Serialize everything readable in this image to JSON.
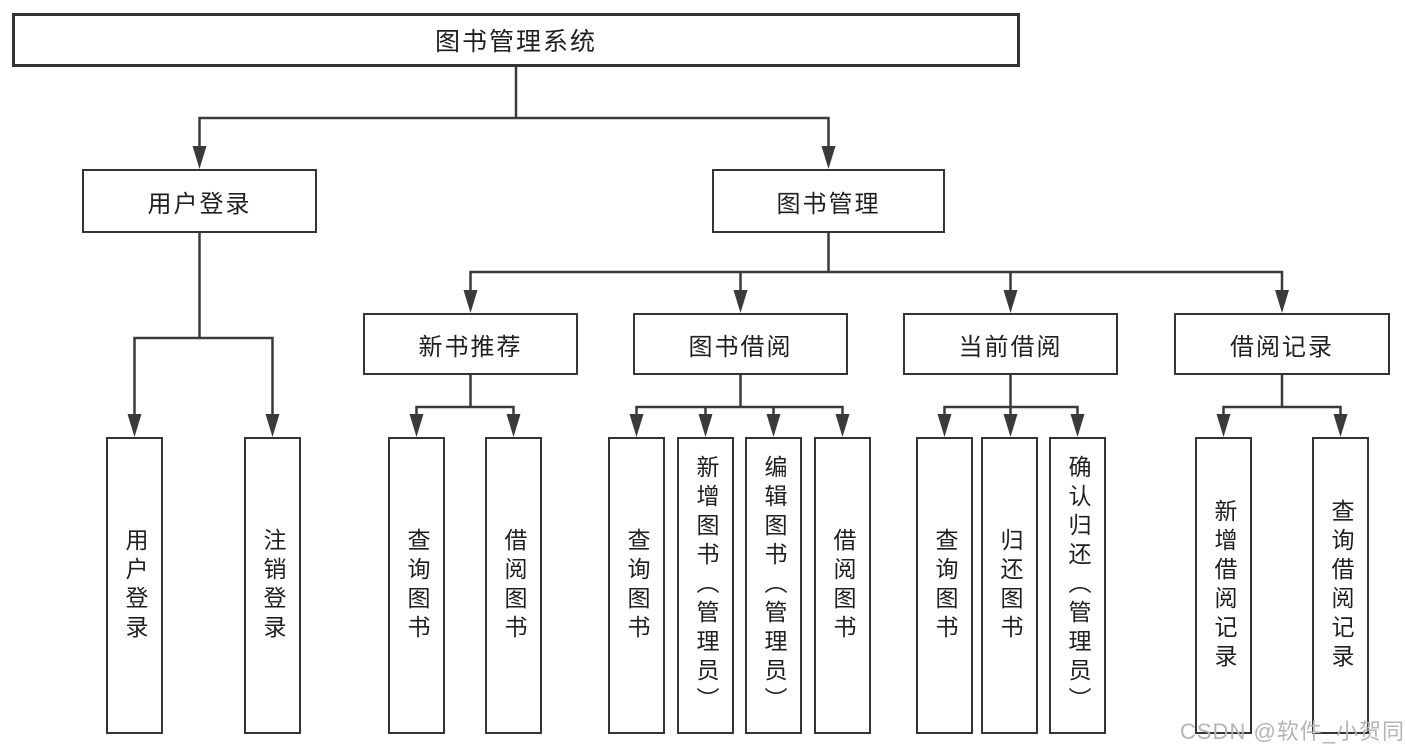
{
  "root": {
    "label": "图书管理系统"
  },
  "level2": {
    "user_login": {
      "label": "用户登录"
    },
    "book_management": {
      "label": "图书管理"
    }
  },
  "level3": {
    "new_book_recommend": {
      "label": "新书推荐"
    },
    "book_borrow": {
      "label": "图书借阅"
    },
    "current_borrow": {
      "label": "当前借阅"
    },
    "borrow_records": {
      "label": "借阅记录"
    }
  },
  "leaves": {
    "user_login": [
      "用户登录",
      "注销登录"
    ],
    "new_book_recommend": [
      "查询图书",
      "借阅图书"
    ],
    "book_borrow": [
      "查询图书",
      "新增图书（管理员）",
      "编辑图书（管理员）",
      "借阅图书"
    ],
    "current_borrow": [
      "查询图书",
      "归还图书",
      "确认归还（管理员）"
    ],
    "borrow_records": [
      "新增借阅记录",
      "查询借阅记录"
    ]
  },
  "watermark": "CSDN @软件_小贺同学",
  "colors": {
    "line": "#3a3a3a",
    "box_border": "#343434",
    "text": "#1f1f1f",
    "watermark": "#b4b4b4",
    "background": "#ffffff"
  }
}
